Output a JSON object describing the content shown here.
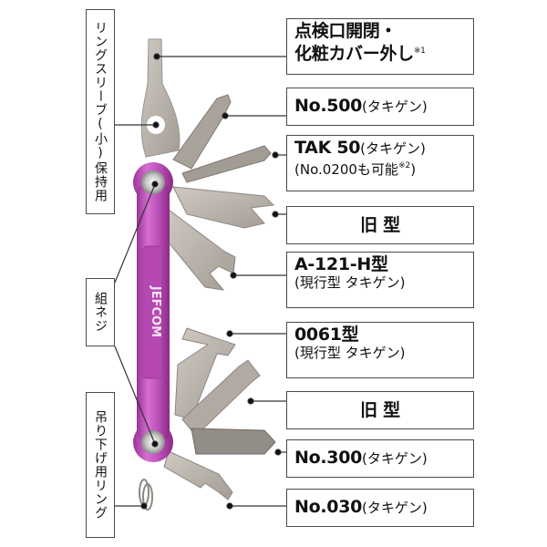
{
  "left_labels": [
    {
      "id": "ring-sleeve",
      "text": "リングスリーブ(小)保持用"
    },
    {
      "id": "assembly-screw",
      "text": "組ネジ"
    },
    {
      "id": "hanging-ring",
      "text": "吊り下げ用リング"
    }
  ],
  "right_labels": [
    {
      "main": "点検口開閉・",
      "main2": "化粧カバー外し",
      "note": "※1"
    },
    {
      "main": "No.500",
      "inline": "(タキゲン)"
    },
    {
      "main": "TAK 50",
      "inline": "(タキゲン)",
      "sub": "(No.0200も可能",
      "note": "※2",
      "sub_end": ")"
    },
    {
      "main": "旧 型"
    },
    {
      "main": "A-121-H型",
      "sub": "(現行型 タキゲン)"
    },
    {
      "main": "0061型",
      "sub": "(現行型 タキゲン)"
    },
    {
      "main": "旧 型"
    },
    {
      "main": "No.300",
      "inline": "(タキゲン)"
    },
    {
      "main": "No.030",
      "inline": "(タキゲン)"
    }
  ],
  "product": {
    "brand": "JEFCOM"
  },
  "colors": {
    "handle": "#c455c0",
    "handle_dark": "#8e2f8c",
    "metal": "#b9b2aa",
    "metal_dark": "#8f8a84",
    "line": "#333333"
  }
}
